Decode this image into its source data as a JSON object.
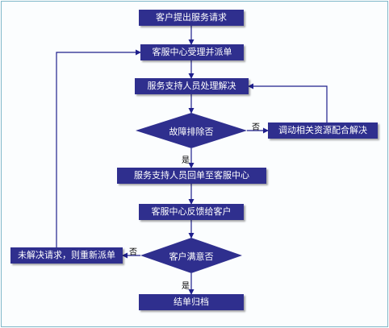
{
  "nodes": {
    "request": "客户提出服务请求",
    "dispatch": "客服中心受理并派单",
    "process": "服务支持人员处理解决",
    "fault_check": "故障排除否",
    "coordinate": "调动相关资源配合解决",
    "report_back": "服务支持人员回单至客服中心",
    "feedback": "客服中心反馈给客户",
    "satisfied_check": "客户满意否",
    "redispatch": "未解决请求，则重新派单",
    "archive": "结单归档"
  },
  "edge_labels": {
    "fault_no": "否",
    "fault_yes": "是",
    "satisfied_no": "否",
    "satisfied_yes": "是"
  },
  "colors": {
    "node_fill": "#2f2f8e",
    "node_text": "#ffffff",
    "connector": "#1f1f8c",
    "frame_border": "#7fb7c9"
  }
}
